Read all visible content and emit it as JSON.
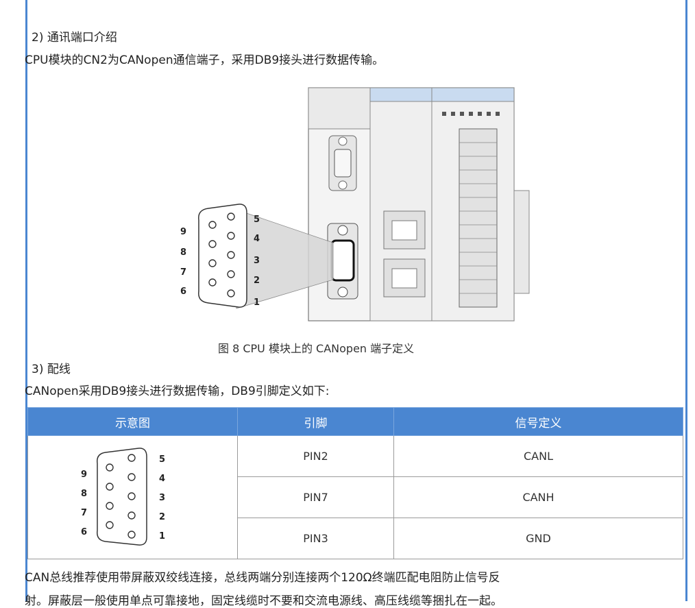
{
  "sections": {
    "comm_title": "2)  通讯端口介绍",
    "comm_desc": "CPU模块的CN2为CANopen通信端子，采用DB9接头进行数据传输。",
    "figure_caption": "图 8 CPU 模块上的 CANopen 端子定义",
    "wiring_title": "3)  配线",
    "wiring_desc": "CANopen采用DB9接头进行数据传输，DB9引脚定义如下:",
    "footer_line1": "CAN总线推荐使用带屏蔽双绞线连接，总线两端分别连接两个120Ω终端匹配电阻防止信号反",
    "footer_line2": "射。屏蔽层一般使用单点可靠接地，固定线缆时不要和交流电源线、高压线缆等捆扎在一起。"
  },
  "db9_pins": {
    "left": [
      "9",
      "8",
      "7",
      "6"
    ],
    "right": [
      "5",
      "4",
      "3",
      "2",
      "1"
    ]
  },
  "table": {
    "headers": [
      "示意图",
      "引脚",
      "信号定义"
    ],
    "rows": [
      {
        "pin": "PIN2",
        "signal": "CANL"
      },
      {
        "pin": "PIN7",
        "signal": "CANH"
      },
      {
        "pin": "PIN3",
        "signal": "GND"
      }
    ]
  },
  "colors": {
    "accent": "#4a86d1"
  }
}
